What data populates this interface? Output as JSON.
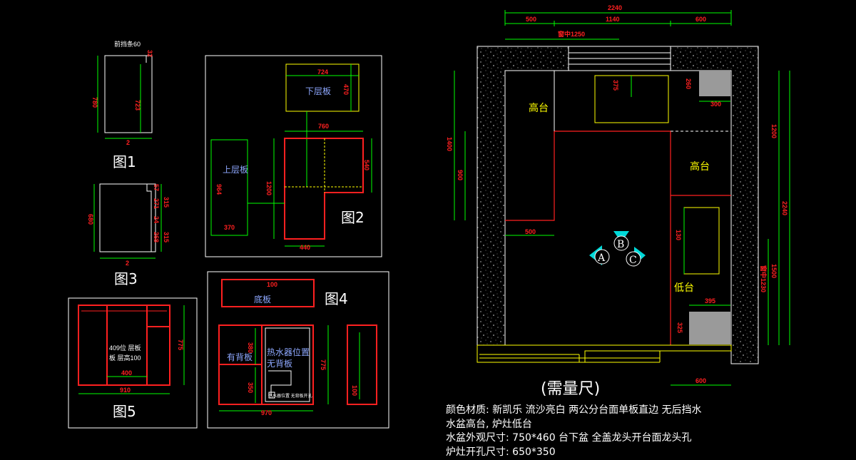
{
  "figures": {
    "fig1": "图1",
    "fig2": "图2",
    "fig3": "图3",
    "fig4": "图4",
    "fig5": "图5",
    "need_measure": "(需量尺)"
  },
  "fig1": {
    "note": "前挡条60",
    "dim_height": "780",
    "dim_inner": "723",
    "dim_top": "32",
    "dim_bottom": "2"
  },
  "fig2": {
    "lower_board": "下层板",
    "upper_board": "上层板",
    "dim_724": "724",
    "dim_470": "470",
    "dim_760": "760",
    "dim_540": "540",
    "dim_1200": "1200",
    "dim_964": "964",
    "dim_370": "370",
    "dim_440": "440"
  },
  "fig3": {
    "dim_height": "680",
    "dims": [
      "57",
      "271",
      "315",
      "24",
      "268",
      "315"
    ],
    "dim_bottom": "2"
  },
  "fig4": {
    "base_board": "底板",
    "base_dim": "100",
    "with_back": "有背板",
    "heater": "热水器位置",
    "no_back": "无背板",
    "dim_380": "380",
    "dim_350": "350",
    "dim_775": "775",
    "dim_970": "970",
    "dim_100": "100",
    "small_note": "热水器位置 无背板开孔"
  },
  "fig5": {
    "note_line1": "409位 层板",
    "note_line2": "板 层高100",
    "dim_400": "400",
    "dim_910": "910",
    "dim_775": "775"
  },
  "plan": {
    "top_total": "2240",
    "top_left": "500",
    "top_mid": "1140",
    "top_right": "600",
    "top_center": "窗中1250",
    "left_outer": "1400",
    "left_inner": "900",
    "right_outer": "2240",
    "right_upper": "1200",
    "right_lower": "1500",
    "right_lower_note": "窗中1230",
    "sink_dim": "375",
    "corner_dim_1": "260",
    "corner_dim_2": "300",
    "left_bottom_dim": "500",
    "stove_dim": "130",
    "bottom_right_dim_1": "395",
    "bottom_right_dim_2": "325",
    "bottom_dim": "600",
    "high_counter_left": "高台",
    "high_counter_right": "高台",
    "low_counter": "低台",
    "marker_a": "A",
    "marker_b": "B",
    "marker_c": "C"
  },
  "notes": {
    "line1": "颜色材质: 新凯乐   流沙亮白   两公分台面单板直边        无后挡水",
    "line2": "水盆高台, 炉灶低台",
    "line3": "水盆外观尺寸:   750*460      台下盆      全盖龙头开台面龙头孔",
    "line4": "炉灶开孔尺寸:   650*350"
  },
  "colors": {
    "background": "#000000",
    "frame": "#ffffff",
    "red": "#ff2020",
    "yellow": "#ffff00",
    "green": "#00ff00",
    "blue": "#8ea8ff",
    "cyan": "#00ffff",
    "gray": "#9a9a9a"
  }
}
